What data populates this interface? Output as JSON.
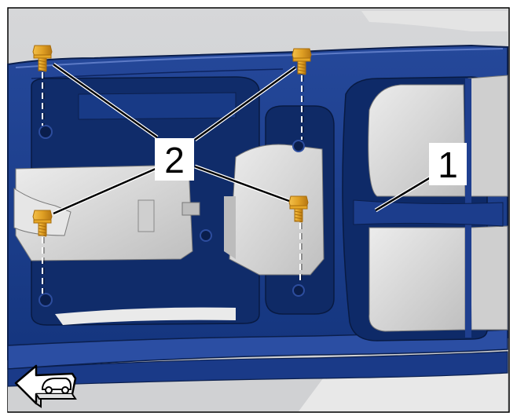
{
  "diagram": {
    "callouts": [
      {
        "id": "1",
        "label": "1",
        "part": "console-frame"
      },
      {
        "id": "2",
        "label": "2",
        "part": "bolt"
      }
    ],
    "bolts": [
      {
        "id": "bolt-top-left"
      },
      {
        "id": "bolt-top-right"
      },
      {
        "id": "bolt-mid-left"
      },
      {
        "id": "bolt-mid-right"
      }
    ],
    "icons": {
      "direction": "vehicle-front-direction-arrow-icon"
    },
    "colors": {
      "frame": "#1b3f8f",
      "frame_dark": "#0f2a66",
      "frame_light": "#4a6ab8",
      "background": "#cfd1d3",
      "part_grey": "#d9d9d9",
      "bolt": "#e5a626",
      "bolt_dark": "#a86d0c"
    }
  }
}
